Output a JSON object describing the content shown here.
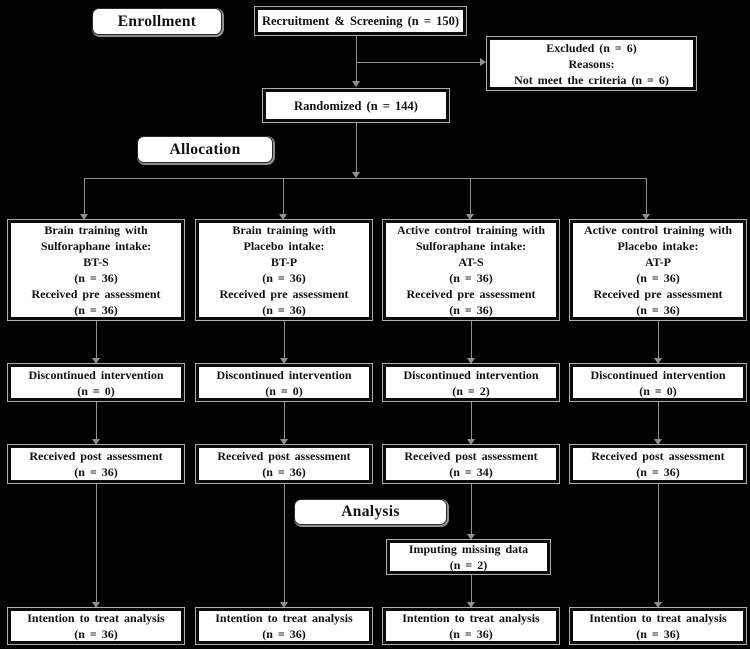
{
  "colors": {
    "background": "#000000",
    "box_fill": "#ffffff",
    "box_border": "#0a0a0a",
    "box_outline": "#aeaeae",
    "connector": "#909090",
    "text": "#111111"
  },
  "stage_labels": {
    "enrollment": "Enrollment",
    "allocation": "Allocation",
    "analysis": "Analysis"
  },
  "top": {
    "recruitment": "Recruitment & Screening (n = 150)",
    "excluded_lines": [
      "Excluded (n = 6)",
      "Reasons:",
      "Not meet the criteria (n = 6)"
    ],
    "randomized": "Randomized (n = 144)"
  },
  "arms": [
    {
      "name": "BT-S",
      "alloc_lines": [
        "Brain training with",
        "Sulforaphane intake:",
        "BT-S",
        "(n = 36)",
        "Received pre assessment",
        "(n = 36)"
      ],
      "discontinued_lines": [
        "Discontinued intervention",
        "(n = 0)"
      ],
      "post_lines": [
        "Received post assessment",
        "(n = 36)"
      ],
      "itt_lines": [
        "Intention to treat analysis",
        "(n = 36)"
      ]
    },
    {
      "name": "BT-P",
      "alloc_lines": [
        "Brain training with",
        "Placebo intake:",
        "BT-P",
        "(n = 36)",
        "Received pre assessment",
        "(n = 36)"
      ],
      "discontinued_lines": [
        "Discontinued intervention",
        "(n = 0)"
      ],
      "post_lines": [
        "Received post assessment",
        "(n = 36)"
      ],
      "itt_lines": [
        "Intention to treat analysis",
        "(n = 36)"
      ]
    },
    {
      "name": "AT-S",
      "alloc_lines": [
        "Active control training with",
        "Sulforaphane intake:",
        "AT-S",
        "(n = 36)",
        "Received pre assessment",
        "(n = 36)"
      ],
      "discontinued_lines": [
        "Discontinued intervention",
        "(n = 2)"
      ],
      "post_lines": [
        "Received post assessment",
        "(n = 34)"
      ],
      "itt_lines": [
        "Intention to treat analysis",
        "(n = 36)"
      ]
    },
    {
      "name": "AT-P",
      "alloc_lines": [
        "Active control training with",
        "Placebo intake:",
        "AT-P",
        "(n = 36)",
        "Received pre assessment",
        "(n = 36)"
      ],
      "discontinued_lines": [
        "Discontinued intervention",
        "(n = 0)"
      ],
      "post_lines": [
        "Received post assessment",
        "(n = 36)"
      ],
      "itt_lines": [
        "Intention to treat analysis",
        "(n = 36)"
      ]
    }
  ],
  "imputing_lines": [
    "Imputing missing data",
    "(n = 2)"
  ]
}
